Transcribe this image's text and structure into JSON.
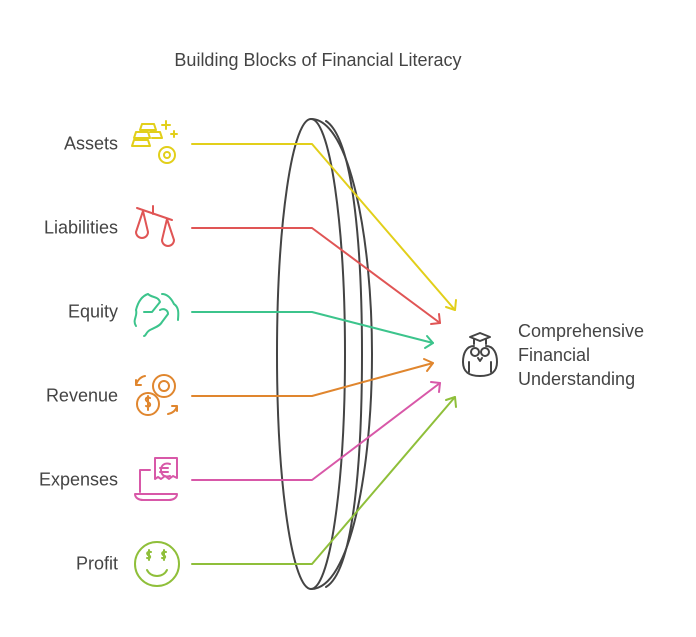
{
  "title": "Building Blocks of Financial Literacy",
  "inputs": [
    {
      "label": "Assets",
      "icon": "gold-bars-icon",
      "color": "#e2cf1a"
    },
    {
      "label": "Liabilities",
      "icon": "scale-icon",
      "color": "#e05555"
    },
    {
      "label": "Equity",
      "icon": "handshake-icon",
      "color": "#3cc48c"
    },
    {
      "label": "Revenue",
      "icon": "coins-cycle-icon",
      "color": "#e0862e"
    },
    {
      "label": "Expenses",
      "icon": "laptop-receipt-icon",
      "color": "#d858a8"
    },
    {
      "label": "Profit",
      "icon": "money-smile-icon",
      "color": "#8fbf3a"
    }
  ],
  "output": {
    "lines": [
      "Comprehensive",
      "Financial",
      "Understanding"
    ],
    "icon": "owl-graduate-icon"
  }
}
